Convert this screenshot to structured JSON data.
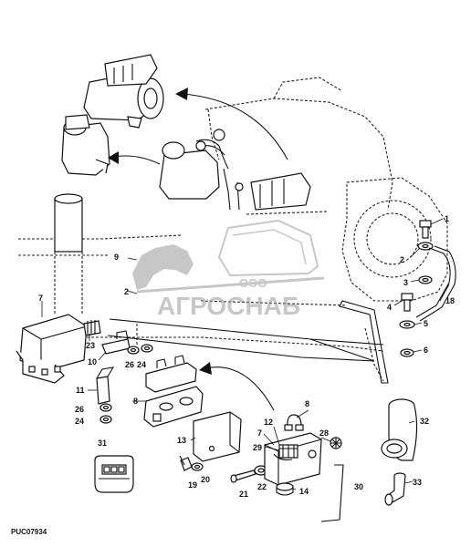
{
  "drawing_code": "PUC07934",
  "watermark": {
    "company_form": "ООО",
    "company_name": "АГРОСНАБ"
  },
  "callouts": [
    "1",
    "2",
    "3",
    "4",
    "5",
    "6",
    "7",
    "8",
    "9",
    "10",
    "11",
    "12",
    "13",
    "14",
    "18",
    "19",
    "20",
    "21",
    "22",
    "23",
    "24",
    "26",
    "28",
    "29",
    "30",
    "31",
    "32",
    "33"
  ]
}
